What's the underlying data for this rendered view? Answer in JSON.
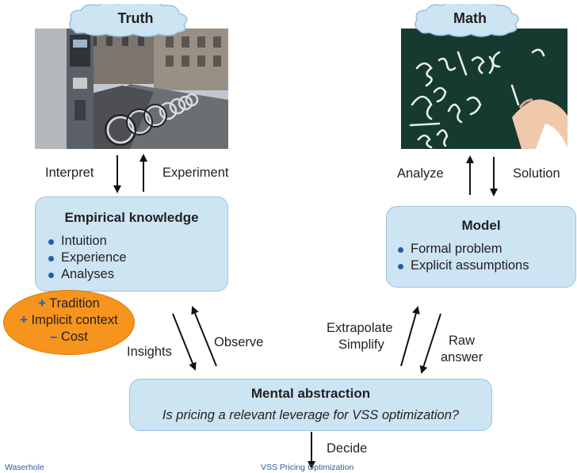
{
  "truth": {
    "cloud_label": "Truth",
    "interpret_label": "Interpret",
    "experiment_label": "Experiment"
  },
  "math": {
    "cloud_label": "Math",
    "analyze_label": "Analyze",
    "solution_label": "Solution"
  },
  "empirical": {
    "title": "Empirical knowledge",
    "items": [
      "Intuition",
      "Experience",
      "Analyses"
    ]
  },
  "oval": {
    "lines": [
      {
        "sign": "+",
        "text": "Tradition"
      },
      {
        "sign": "+",
        "text": "Implicit context"
      },
      {
        "sign": "–",
        "text": "Cost"
      }
    ]
  },
  "model": {
    "title": "Model",
    "items": [
      "Formal problem",
      "Explicit assumptions"
    ]
  },
  "flow": {
    "insights_label": "Insights",
    "observe_label": "Observe",
    "extrapolate_label": "Extrapolate",
    "simplify_label": "Simplify",
    "raw_label": "Raw",
    "answer_label": "answer",
    "decide_label": "Decide"
  },
  "abstraction": {
    "title": "Mental abstraction",
    "question": "Is pricing a relevant leverage for VSS optimization?"
  },
  "footer": {
    "left": "Waserhole",
    "center": "VSS Pricing Optimization"
  },
  "colors": {
    "box_fill": "#cde4f3",
    "box_border": "#9cc2df",
    "bullet": "#1f5fb0",
    "oval_fill": "#f7941d",
    "sign_color": "#1f5fb0",
    "footer_text": "#2a5d9c"
  }
}
